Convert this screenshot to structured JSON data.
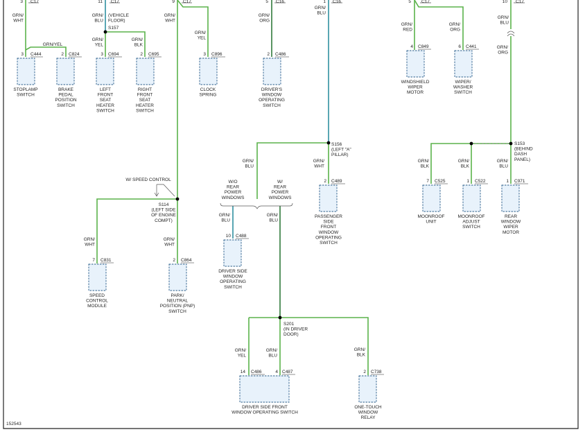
{
  "diagram_id": "152543",
  "top_wires": [
    {
      "pin": "3",
      "conn": "C17",
      "color": "GRN/\nWHT"
    },
    {
      "pin": "11",
      "conn": "C17",
      "color": "GRN/\nBLU"
    },
    {
      "pin": "9",
      "conn": "C17",
      "color": "GRN/\nWHT"
    },
    {
      "pin": "5",
      "conn": "C16",
      "color": "GRN/\nORG"
    },
    {
      "pin": "1",
      "conn": "C16",
      "color": "GRN/\nBLU"
    },
    {
      "pin": "5",
      "conn": "C17",
      "color": ""
    },
    {
      "pin": "10",
      "conn": "C17",
      "color": "GRN/\nBLU"
    }
  ],
  "vehicle_floor_note": "(VEHICLE\nFLOOR)",
  "splices": {
    "s157": "S157",
    "s114": "S114\n(LEFT SIDE\nOF ENGINE\nCOMPT)",
    "s156": "S156\n(LEFT \"A\"\nPILLAR)",
    "s153": "S153\n(BEHIND\nDASH\nPANEL)",
    "s201": "S201\n(IN DRIVER\nDOOR)"
  },
  "wire_labels": {
    "grn_yel_top": "GRN/YEL",
    "c694_wire": "GRN/\nYEL",
    "c695_wire": "GRN/\nBLK",
    "c896_wire": "GRN/\nYEL",
    "c849_wire": "GRN/\nRED",
    "c441_wire": "GRN/\nORG",
    "s153_top_wire": "GRN/\nORG",
    "s156_left_wire": "GRN/\nBLU",
    "c489_wire": "GRN/\nWHT",
    "c525_wire": "GRN/\nBLK",
    "c522_wire": "GRN/\nBLK",
    "c971_wire": "GRN/\nBLU",
    "c831_wire": "GRN/\nWHT",
    "c864_wire": "GRN/\nWHT",
    "c488_wire": "GRN/\nBLU",
    "s201_wire": "GRN/\nBLU",
    "c486_wire": "GRN/\nYEL",
    "c487_wire": "GRN/\nBLU",
    "c738_wire": "GRN/\nBLK"
  },
  "options": {
    "speed_control": "W/ SPEED CONTROL",
    "wo_rear": "W/O\nREAR\nPOWER\nWINDOWS",
    "w_rear": "W/\nREAR\nPOWER\nWINDOWS"
  },
  "components": [
    {
      "key": "c444",
      "pin": "3",
      "conn": "C444",
      "label": "STOPLAMP\nSWITCH"
    },
    {
      "key": "c824",
      "pin": "2",
      "conn": "C824",
      "label": "BRAKE\nPEDAL\nPOSITION\nSWITCH"
    },
    {
      "key": "c694",
      "pin": "3",
      "conn": "C694",
      "label": "LEFT\nFRONT\nSEAT\nHEATER\nSWITCH"
    },
    {
      "key": "c695",
      "pin": "2",
      "conn": "C695",
      "label": "RIGHT\nFRONT\nSEAT\nHEATER\nSWITCH"
    },
    {
      "key": "c896",
      "pin": "3",
      "conn": "C896",
      "label": "CLOCK\nSPRING"
    },
    {
      "key": "c486t",
      "pin": "2",
      "conn": "C486",
      "label": "DRIVER'S\nWINDOW\nOPERATING\nSWITCH"
    },
    {
      "key": "c849",
      "pin": "4",
      "conn": "C849",
      "label": "WINDSHIELD\nWIPER\nMOTOR"
    },
    {
      "key": "c441",
      "pin": "6",
      "conn": "C441",
      "label": "WIPER/\nWASHER\nSWITCH"
    },
    {
      "key": "c489",
      "pin": "2",
      "conn": "C489",
      "label": "PASSENGER\nSIDE\nFRONT\nWINDOW\nOPERATING\nSWITCH"
    },
    {
      "key": "c525",
      "pin": "7",
      "conn": "C525",
      "label": "MOONROOF\nUNIT"
    },
    {
      "key": "c522",
      "pin": "1",
      "conn": "C522",
      "label": "MOONROOF\nADJUST\nSWITCH"
    },
    {
      "key": "c971",
      "pin": "1",
      "conn": "C971",
      "label": "REAR\nWINDOW\nWIPER\nMOTOR"
    },
    {
      "key": "c831",
      "pin": "7",
      "conn": "C831",
      "label": "SPEED\nCONTROL\nMODULE"
    },
    {
      "key": "c864",
      "pin": "2",
      "conn": "C864",
      "label": "PARK/\nNEUTRAL\nPOSITION (PNP)\nSWITCH"
    },
    {
      "key": "c488",
      "pin": "10",
      "conn": "C488",
      "label": "DRIVER SIDE\nWINDOW\nOPERATING\nSWITCH"
    },
    {
      "key": "c738",
      "pin": "2",
      "conn": "C738",
      "label": "ONE-TOUCH\nWINDOW\nRELAY"
    }
  ],
  "big_switch": {
    "pin1": "14",
    "conn1": "C486",
    "pin2": "4",
    "conn2": "C487",
    "label": "DRIVER SIDE FRONT\nWINDOW OPERATING SWITCH"
  }
}
